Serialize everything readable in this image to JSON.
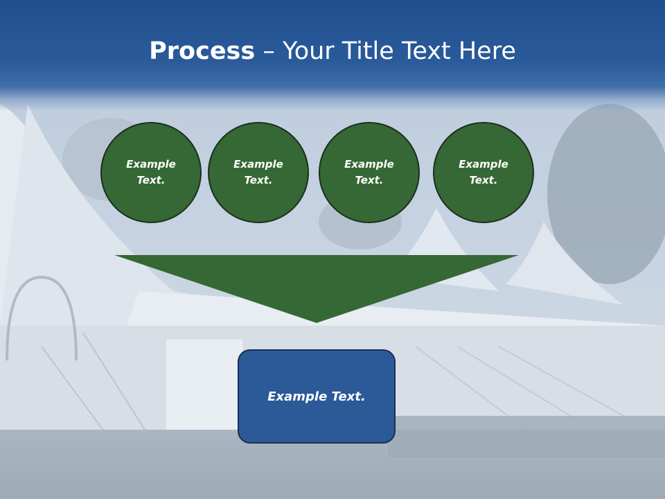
{
  "slide": {
    "title_bold": "Process",
    "title_rest": " – Your Title Text Here"
  },
  "circles": [
    {
      "label": "Example Text."
    },
    {
      "label": "Example Text."
    },
    {
      "label": "Example Text."
    },
    {
      "label": "Example Text."
    }
  ],
  "result": {
    "label": "Example Text."
  },
  "colors": {
    "header_blue": "#2a5a9a",
    "circle_green": "#356834",
    "funnel_green": "#356834",
    "box_blue": "#2c5998"
  }
}
